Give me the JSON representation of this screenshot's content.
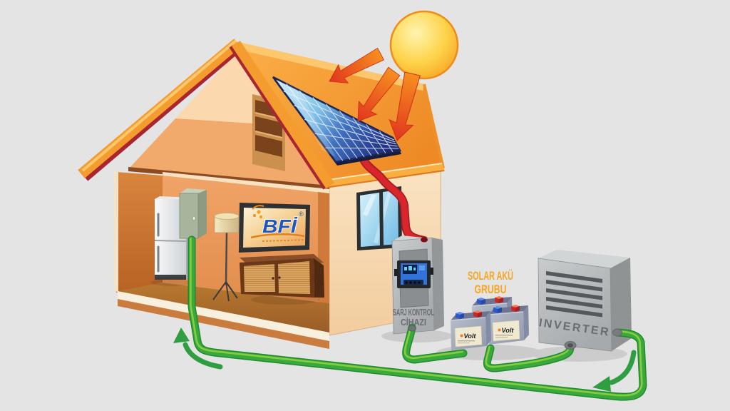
{
  "labels": {
    "charge_controller": {
      "line1": "SARJ KONTROL",
      "line2": "CİHAZI"
    },
    "battery_group": {
      "line1": "SOLAR AKÜ",
      "line2": "GRUBU"
    },
    "inverter": "INVERTER",
    "battery_brand": "Volt",
    "tv_logo": "BFİ",
    "tv_logo_mark": "®"
  },
  "colors": {
    "background": "#e4e4e5",
    "label_gray": "#696d71",
    "label_orange": "#f7a41f",
    "logo_blue": "#2057be",
    "cable_red": "#d8262c",
    "cable_green": "#3aa93c",
    "cable_green_light": "#8fd13f",
    "roof_orange": "#f49d2e",
    "sun_yellow": "#fdc62f",
    "panel_blue_dark": "#1e2a74",
    "panel_blue_light": "#b8e0f2"
  },
  "components": [
    "sun",
    "sunlight-arrows",
    "house",
    "roof",
    "solar-panel",
    "window",
    "refrigerator",
    "distribution-panel",
    "floor-lamp",
    "tv",
    "tv-cabinet",
    "charge-controller",
    "battery-group",
    "inverter",
    "dc-cable-red",
    "ac-cable-green",
    "flow-arrows"
  ]
}
